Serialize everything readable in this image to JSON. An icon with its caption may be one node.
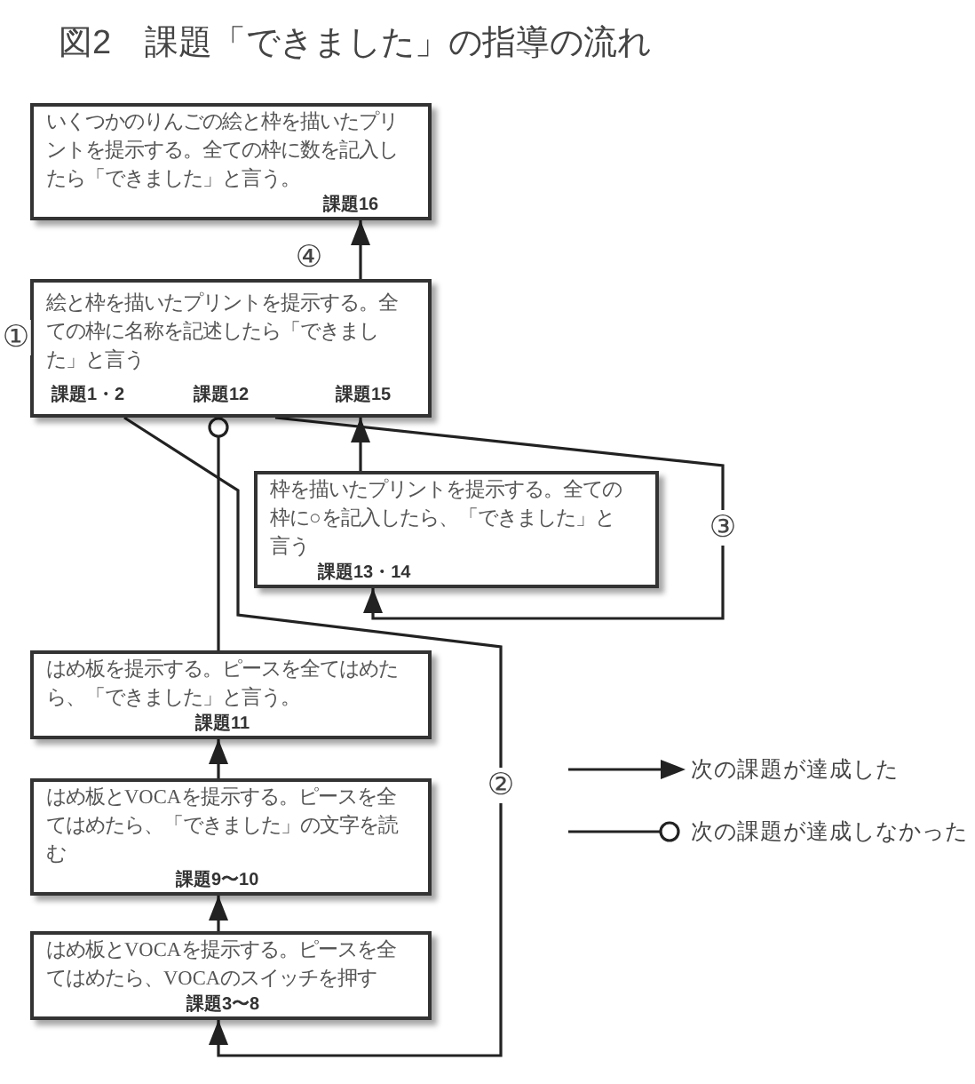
{
  "diagram": {
    "title": "図2　課題「できました」の指導の流れ",
    "nodes": [
      {
        "text": [
          "いくつかのりんごの絵と枠を描いたプリントを提示する。全ての枠に数を記入したら「できました」と言う。",
          "課題16"
        ]
      },
      {
        "text": [
          "絵と枠を描いたプリントを提示する。全ての枠に名称を記述したら「できました」と言う",
          "課題1・2",
          "課題12",
          "課題15"
        ],
        "beside": [
          "①"
        ]
      },
      {
        "text": [
          "枠を描いたプリントを提示する。全ての枠に○を記入したら、「できました」と言う",
          "課題13・14"
        ]
      },
      {
        "text": [
          "はめ板を提示する。ピースを全てはめたら、「できました」と言う。",
          "課題11"
        ]
      },
      {
        "text": [
          "はめ板とVOCAを提示する。ピースを全てはめたら、「できました」の文字を読む",
          "課題9〜10"
        ]
      },
      {
        "text": [
          "はめ板とVOCAを提示する。ピースを全てはめたら、VOCAのスイッチを押す",
          "課題3〜8"
        ]
      }
    ],
    "edges": [
      {
        "from": 1,
        "to": 0,
        "arrow": "to",
        "label": "④"
      },
      {
        "from": 2,
        "to": 1,
        "arrow": "to"
      },
      {
        "from": 3,
        "to": 1,
        "arrow": "other"
      },
      {
        "from": 4,
        "to": 3,
        "arrow": "to"
      },
      {
        "from": 5,
        "to": 4,
        "arrow": "to"
      },
      {
        "from": 1,
        "to": 2,
        "arrow": "to",
        "label": "③"
      },
      {
        "from": 1,
        "to": 5,
        "arrow": "to",
        "label": "②"
      }
    ],
    "legend": [
      {
        "text": "次の課題が達成した"
      },
      {
        "text": "次の課題が達成しなかった"
      }
    ]
  }
}
